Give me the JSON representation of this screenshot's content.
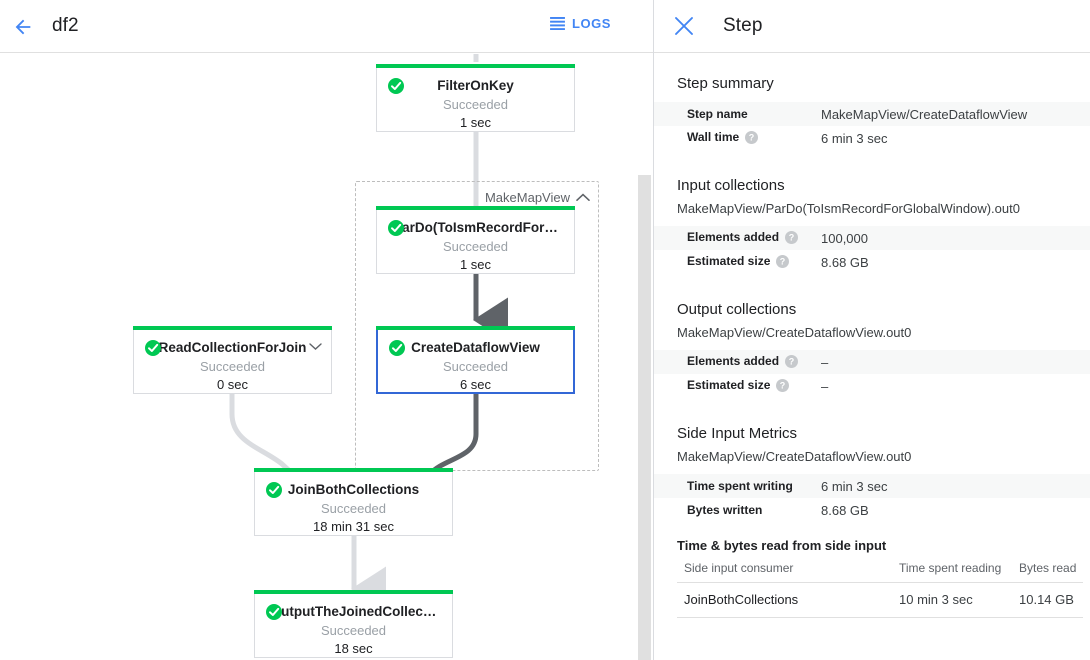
{
  "topbar": {
    "back_icon": "back-arrow-icon",
    "job_name": "df2",
    "logs_label": "LOGS",
    "logs_icon": "list-lines-icon"
  },
  "graph": {
    "composite": {
      "label": "MakeMapView",
      "collapse_icon": "chevron-up-icon"
    },
    "status_icon": "check-circle-icon",
    "nodes": [
      {
        "id": "filter-on-key",
        "name": "FilterOnKey",
        "status": "Succeeded",
        "time": "1 sec",
        "selected": false,
        "expandable": false
      },
      {
        "id": "pardo-to-ism-record",
        "name": "ParDo(ToIsmRecordFor…",
        "status": "Succeeded",
        "time": "1 sec",
        "selected": false,
        "expandable": false
      },
      {
        "id": "create-dataflow-view",
        "name": "CreateDataflowView",
        "status": "Succeeded",
        "time": "6 sec",
        "selected": true,
        "expandable": false
      },
      {
        "id": "read-collection-for-join",
        "name": "ReadCollectionForJoin",
        "status": "Succeeded",
        "time": "0 sec",
        "selected": false,
        "expandable": true,
        "expand_icon": "chevron-down-icon"
      },
      {
        "id": "join-both-collections",
        "name": "JoinBothCollections",
        "status": "Succeeded",
        "time": "18 min 31 sec",
        "selected": false,
        "expandable": false
      },
      {
        "id": "output-the-joined-collection",
        "name": "OutputTheJoinedCollec…",
        "status": "Succeeded",
        "time": "18 sec",
        "selected": false,
        "expandable": false
      }
    ]
  },
  "panel": {
    "close_icon": "close-icon",
    "title": "Step",
    "step_summary": {
      "heading": "Step summary",
      "rows": [
        {
          "key": "Step name",
          "value": "MakeMapView/CreateDataflowView",
          "help": false
        },
        {
          "key": "Wall time",
          "value": "6 min 3 sec",
          "help": true
        }
      ]
    },
    "input_collections": {
      "heading": "Input collections",
      "collection": "MakeMapView/ParDo(ToIsmRecordForGlobalWindow).out0",
      "rows": [
        {
          "key": "Elements added",
          "value": "100,000",
          "help": true
        },
        {
          "key": "Estimated size",
          "value": "8.68 GB",
          "help": true
        }
      ]
    },
    "output_collections": {
      "heading": "Output collections",
      "collection": "MakeMapView/CreateDataflowView.out0",
      "rows": [
        {
          "key": "Elements added",
          "value": "–",
          "help": true
        },
        {
          "key": "Estimated size",
          "value": "–",
          "help": true
        }
      ]
    },
    "side_input_metrics": {
      "heading": "Side Input Metrics",
      "collection": "MakeMapView/CreateDataflowView.out0",
      "rows": [
        {
          "key": "Time spent writing",
          "value": "6 min 3 sec",
          "help": false
        },
        {
          "key": "Bytes written",
          "value": "8.68 GB",
          "help": false
        }
      ]
    },
    "side_input_table": {
      "heading": "Time & bytes read from side input",
      "columns": [
        "Side input consumer",
        "Time spent reading",
        "Bytes read"
      ],
      "rows": [
        [
          "JoinBothCollections",
          "10 min 3 sec",
          "10.14 GB"
        ]
      ]
    },
    "help_icon": "help-circle-icon"
  },
  "colors": {
    "accent_blue": "#4285f4",
    "selected_border": "#3367d6",
    "success_green": "#00c853",
    "edge_light": "#dadce0",
    "edge_dark": "#5f6368"
  }
}
